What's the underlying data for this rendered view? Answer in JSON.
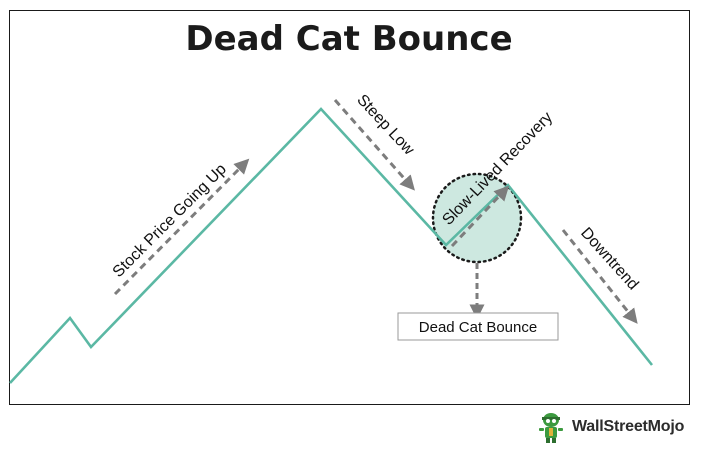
{
  "title": "Dead Cat Bounce",
  "labels": {
    "rise": "Stock Price Going Up",
    "steep_low": "Steep Low",
    "recovery": "Slow-Lived Recovery",
    "downtrend": "Downtrend"
  },
  "callout": "Dead Cat Bounce",
  "brand": "WallStreetMojo",
  "colors": {
    "line": "#5bb8a4",
    "circle_fill": "#cde8e0",
    "arrow": "#7d7d7d",
    "logo_green": "#3c9a3f"
  }
}
